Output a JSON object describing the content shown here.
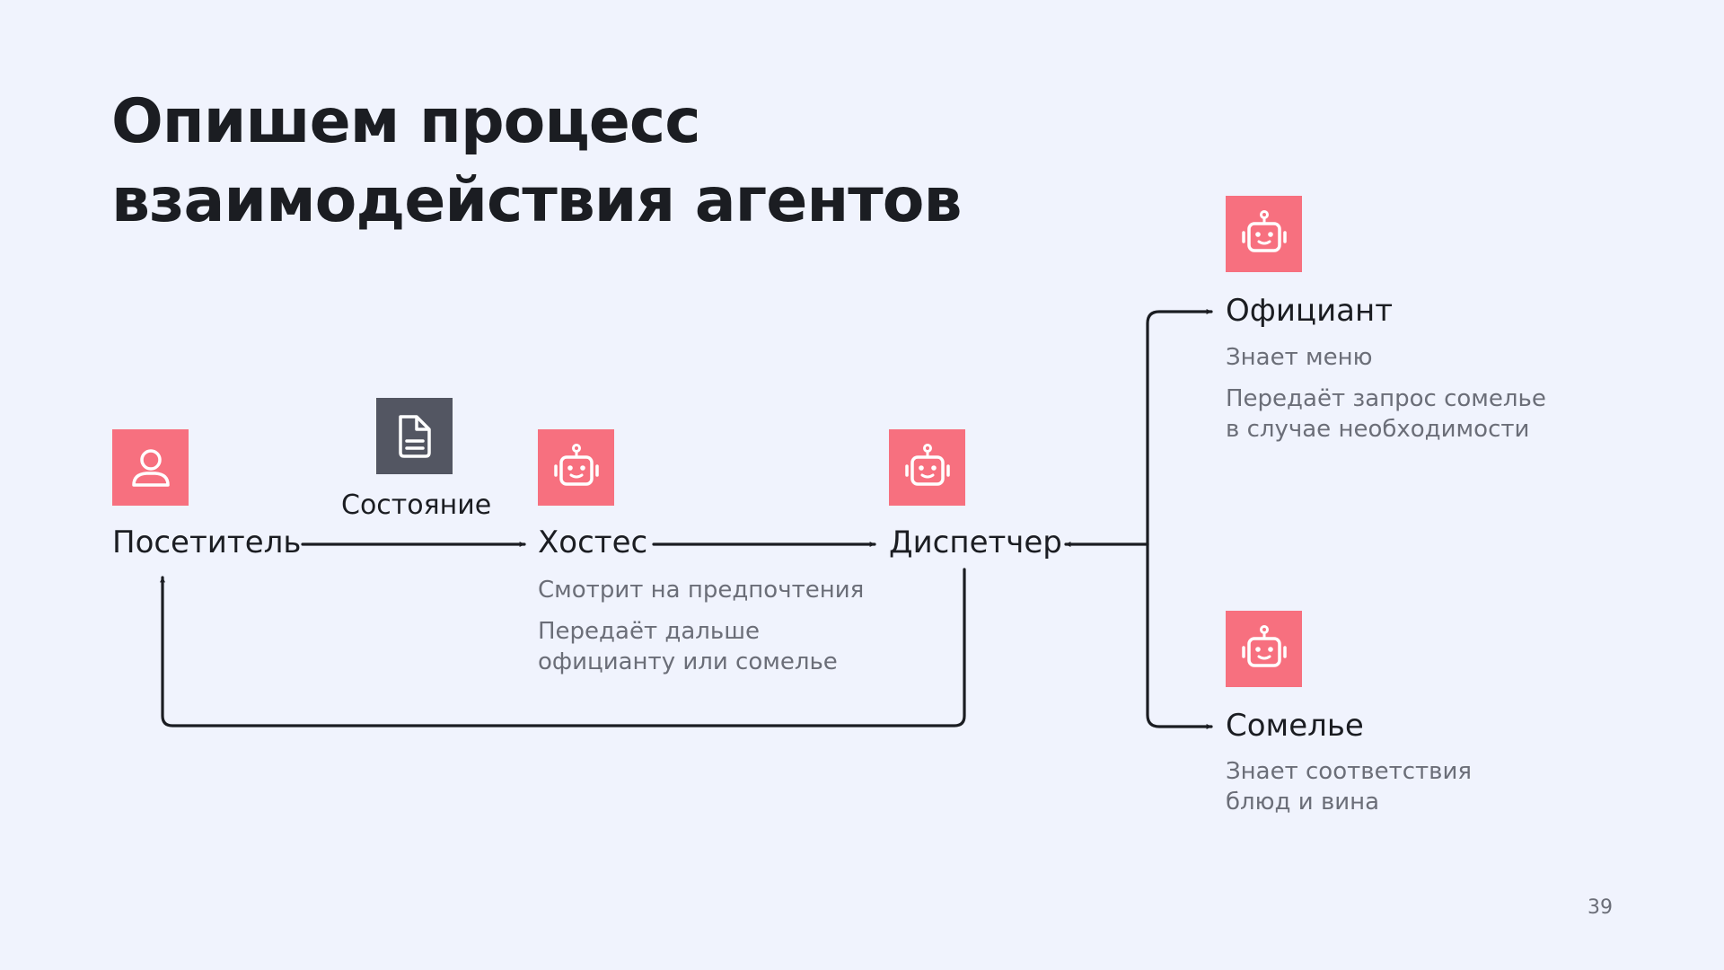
{
  "slide": {
    "title_lines": [
      "Опишем процесс",
      "взаимодействия агентов"
    ],
    "page_number": "39"
  },
  "nodes": {
    "visitor": {
      "label": "Посетитель",
      "icon": "user-icon"
    },
    "state": {
      "label": "Состояние",
      "icon": "document-icon"
    },
    "hostess": {
      "label": "Хостес",
      "icon": "robot-icon",
      "notes": [
        "Смотрит на предпочтения",
        "Передаёт дальше",
        "официанту или сомелье"
      ]
    },
    "dispatcher": {
      "label": "Диспетчер",
      "icon": "robot-icon"
    },
    "waiter": {
      "label": "Официант",
      "icon": "robot-icon",
      "notes": [
        "Знает меню",
        "Передаёт запрос сомелье",
        "в случае необходимости"
      ]
    },
    "sommelier": {
      "label": "Сомелье",
      "icon": "robot-icon",
      "notes": [
        "Знает соответствия",
        "блюд и вина"
      ]
    }
  },
  "colors": {
    "background": "#f0f3fd",
    "agent_icon_bg": "#f7707f",
    "state_icon_bg": "#535662",
    "text_primary": "#1b1d22",
    "text_secondary": "#6b6e78"
  }
}
